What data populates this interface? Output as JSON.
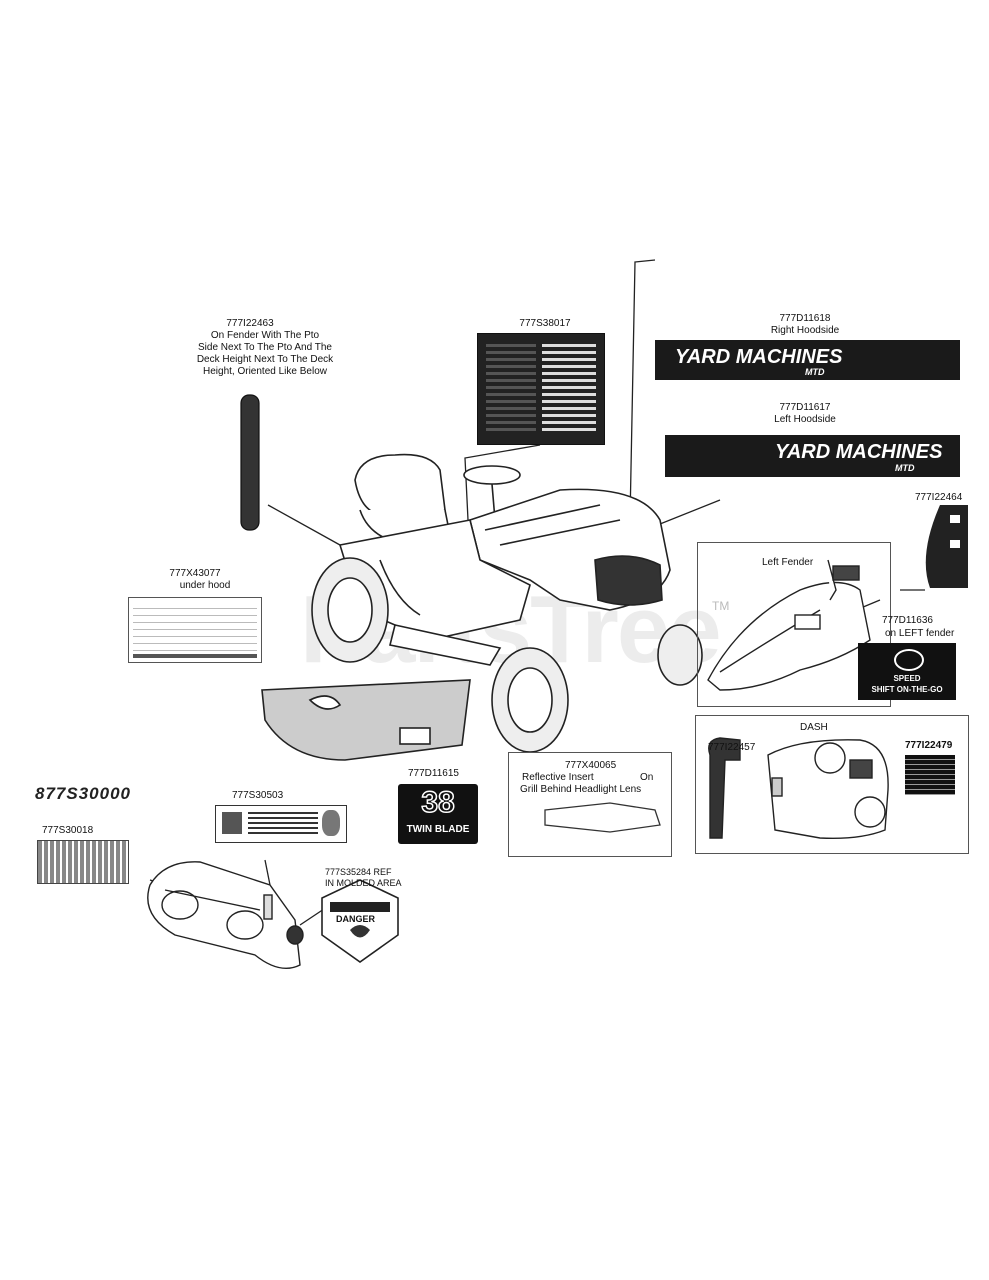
{
  "watermark": "PartsTree",
  "watermark_tm": "TM",
  "kit_number": "877S30000",
  "decals": {
    "d777i22463": {
      "part": "777I22463",
      "note_lines": [
        "On Fender With The Pto",
        "Side Next To The Pto And The",
        "Deck Height Next To The Deck",
        "Height, Oriented Like Below"
      ]
    },
    "d777s38017": {
      "part": "777S38017"
    },
    "d777d11618": {
      "part": "777D11618",
      "note": "Right Hoodside",
      "brand": "YARD MACHINES",
      "sub": "MTD"
    },
    "d777d11617": {
      "part": "777D11617",
      "note": "Left Hoodside",
      "brand": "YARD MACHINES",
      "sub": "MTD"
    },
    "d777i22464": {
      "part": "777I22464"
    },
    "d777x43077": {
      "part": "777X43077",
      "note": "under hood"
    },
    "fender_box": {
      "label": "Left Fender"
    },
    "d777d11636": {
      "part": "777D11636",
      "note": "on LEFT fender",
      "badge_top": "SPEED",
      "badge_bottom": "SHIFT ON-THE-GO"
    },
    "d777d11615": {
      "part": "777D11615",
      "badge_number": "38",
      "badge_text": "TWIN BLADE"
    },
    "d777x40065": {
      "part": "777X40065",
      "note_line1": "Reflective Insert",
      "note_line1b": "On",
      "note_line2": "Grill Behind Headlight Lens"
    },
    "dash_box": {
      "label": "DASH",
      "part_a": "777I22457",
      "part_b": "777I22479"
    },
    "d777s30018": {
      "part": "777S30018"
    },
    "d777s30503": {
      "part": "777S30503"
    },
    "d777s35284": {
      "part_lines": [
        "777S35284 REF",
        "IN MOLDED AREA"
      ],
      "word": "DANGER"
    }
  }
}
